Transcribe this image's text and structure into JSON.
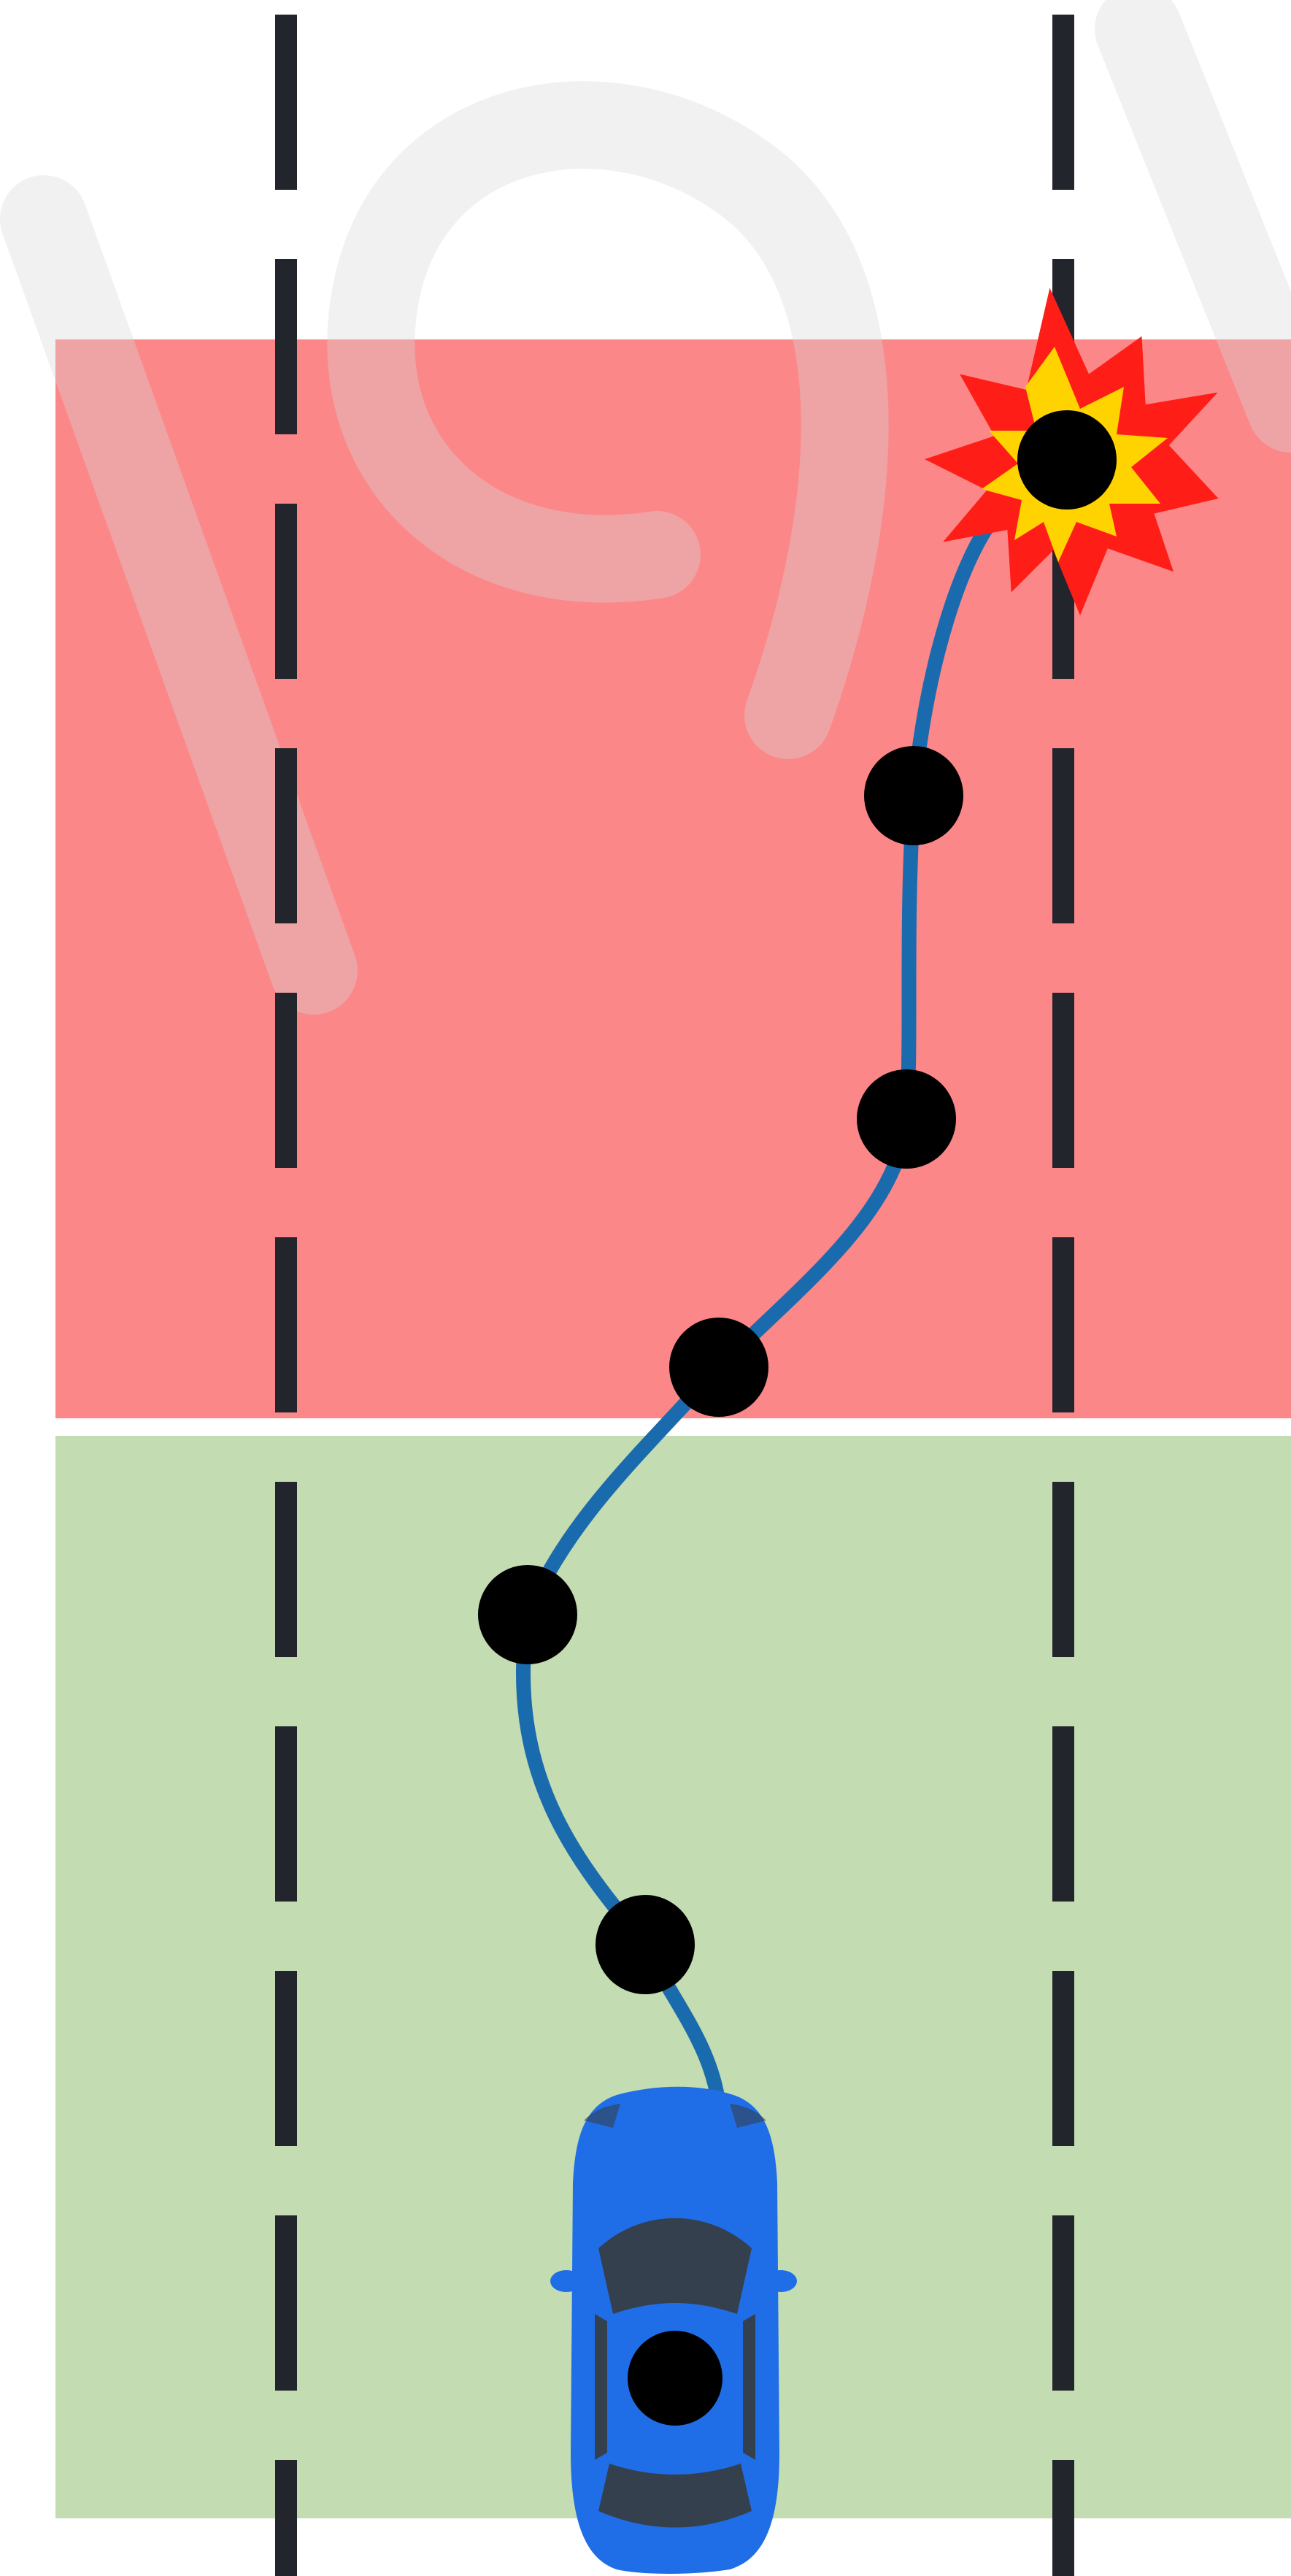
{
  "diagram": {
    "zones": [
      {
        "name": "danger-zone",
        "color": "#fb8789"
      },
      {
        "name": "safe-zone",
        "color": "#c4dcb1"
      }
    ],
    "lane_markings": {
      "color": "#23252c",
      "count": 2
    },
    "trajectory": {
      "color": "#1a6bae",
      "waypoint_color": "#000000",
      "waypoint_count": 7
    },
    "vehicle": {
      "icon": "car-icon",
      "body_color": "#1f6ee8",
      "window_color": "#34404d"
    },
    "collision": {
      "icon": "explosion-icon",
      "outer_color": "#ff1e17",
      "inner_color": "#ffd300"
    },
    "watermark": {
      "color": "#d8d8d8"
    }
  }
}
